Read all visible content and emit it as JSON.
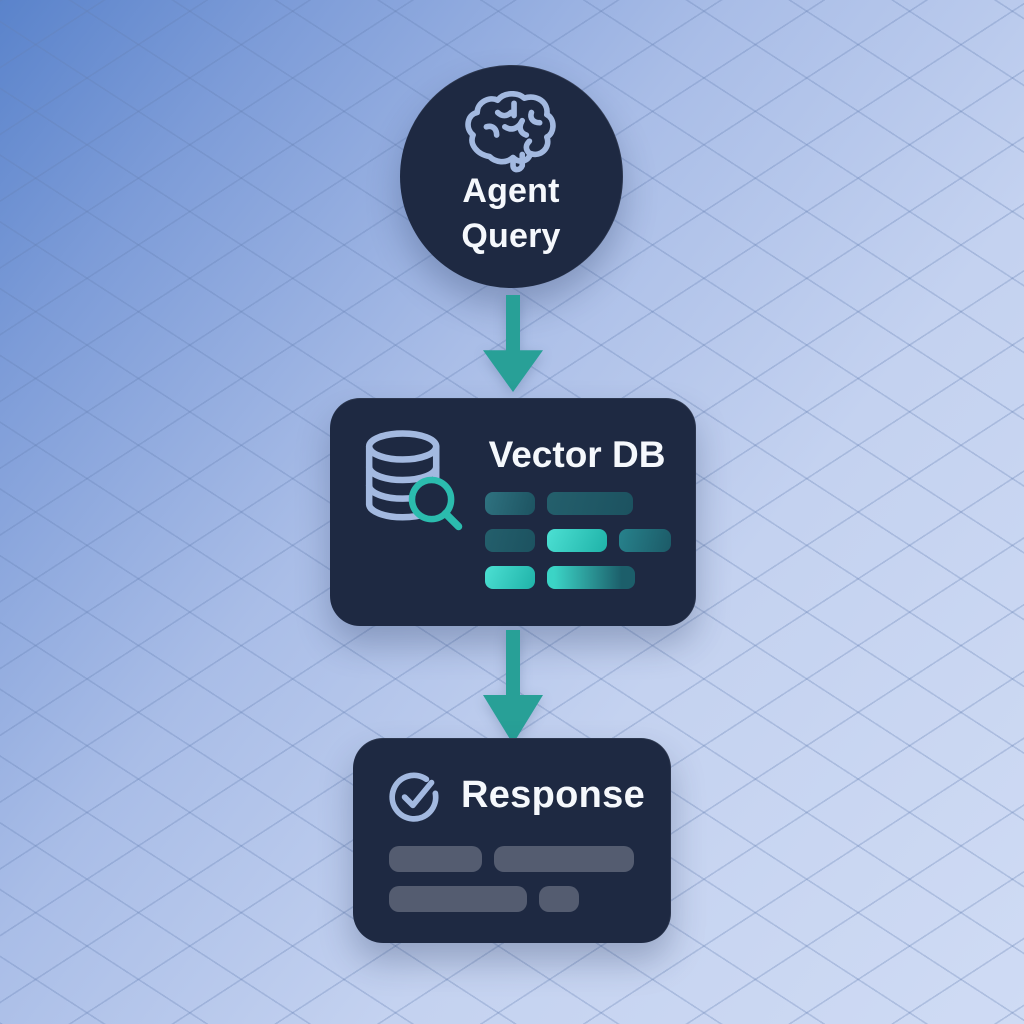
{
  "diagram": {
    "title": "",
    "flow_description": "Agent Query -> Vector DB -> Response"
  },
  "nodes": {
    "agent_query": {
      "label": "Agent Query",
      "icon": "brain-icon",
      "shape": "circle"
    },
    "vector_db": {
      "label": "Vector DB",
      "icon": "database-search-icon",
      "shape": "rounded-rect",
      "chips": [
        [
          {
            "width": 50,
            "tone": "dark1"
          },
          {
            "width": 86,
            "tone": "dark"
          }
        ],
        [
          {
            "width": 50,
            "tone": "dark"
          },
          {
            "width": 60,
            "tone": "bright"
          },
          {
            "width": 52,
            "tone": "mid"
          }
        ],
        [
          {
            "width": 50,
            "tone": "bright"
          },
          {
            "width": 88,
            "tone": "fade"
          }
        ]
      ]
    },
    "response": {
      "label": "Response",
      "icon": "check-circle-icon",
      "shape": "rounded-rect",
      "chips": [
        [
          {
            "width": 93,
            "tone": "gray"
          },
          {
            "width": 140,
            "tone": "gray"
          }
        ],
        [
          {
            "width": 138,
            "tone": "gray"
          },
          {
            "width": 40,
            "tone": "gray"
          }
        ]
      ]
    }
  },
  "edges": [
    {
      "from": "Agent Query",
      "to": "Vector DB",
      "style": "arrow-down"
    },
    {
      "from": "Vector DB",
      "to": "Response",
      "style": "arrow-down"
    }
  ],
  "colors": {
    "node_bg": "#1e2942",
    "text": "#f5f8fc",
    "arrow": "#28a097",
    "icon_blue": "#a3b9e0",
    "teal": "#2bbcae",
    "teal_bright": "#3cd6c8",
    "teal_dark": "#1c5260",
    "chip_gray": "#545c70",
    "bg_dark": "#5a83cb",
    "bg_light": "#cfdbf4",
    "grid_line": "#647fb2"
  }
}
